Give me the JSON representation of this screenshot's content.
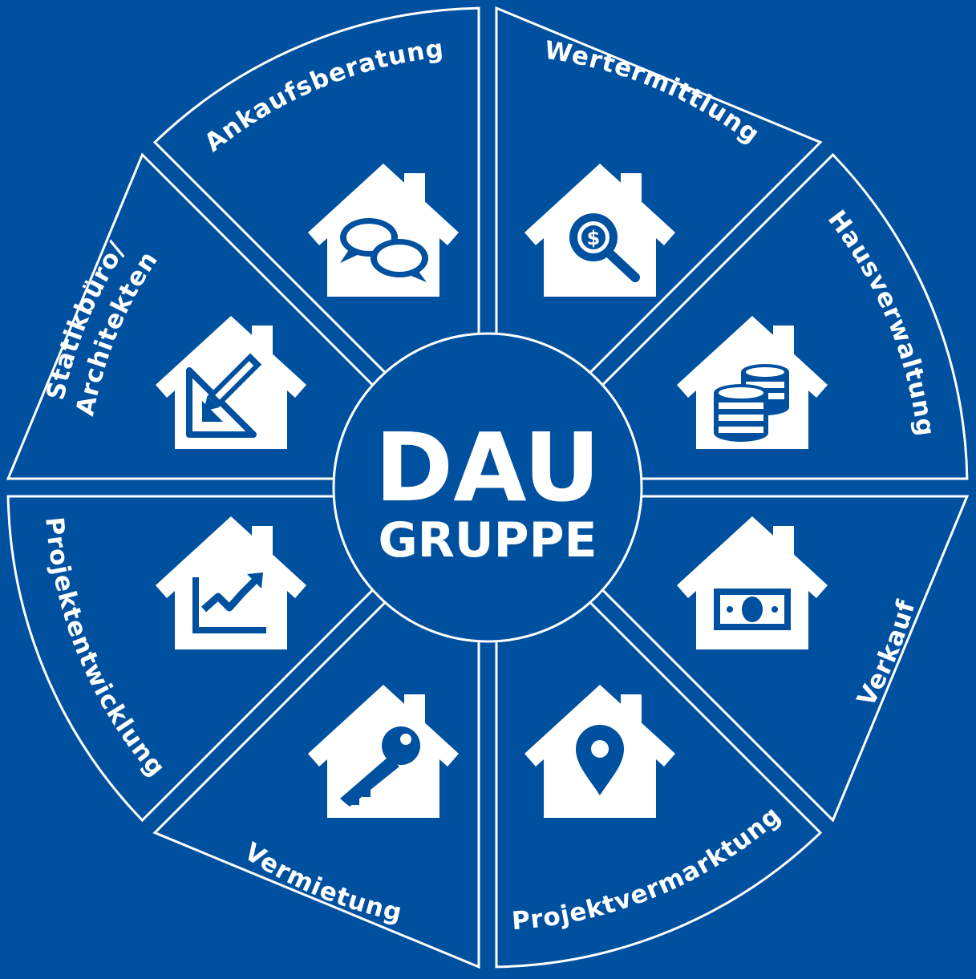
{
  "colors": {
    "background": "#0050a0",
    "foreground": "#ffffff"
  },
  "center": {
    "title": "DAU",
    "subtitle": "GRUPPE"
  },
  "segments": [
    {
      "id": "wertermittlung",
      "label": "Wertermittlung",
      "icon": "house-dollar-search-icon"
    },
    {
      "id": "hausverwaltung",
      "label": "Hausverwaltung",
      "icon": "house-coins-icon"
    },
    {
      "id": "verkauf",
      "label": "Verkauf",
      "icon": "house-banknote-icon"
    },
    {
      "id": "projektvermarktung",
      "label": "Projektvermarktung",
      "icon": "house-location-pin-icon"
    },
    {
      "id": "vermietung",
      "label": "Vermietung",
      "icon": "house-key-icon"
    },
    {
      "id": "projektentwicklung",
      "label": "Projektentwicklung",
      "icon": "house-growth-chart-icon"
    },
    {
      "id": "statikbuero",
      "label": [
        "Statikbüro/",
        "Architekten"
      ],
      "icon": "house-ruler-pencil-icon"
    },
    {
      "id": "ankaufsberatung",
      "label": "Ankaufsberatung",
      "icon": "house-chat-bubbles-icon"
    }
  ]
}
